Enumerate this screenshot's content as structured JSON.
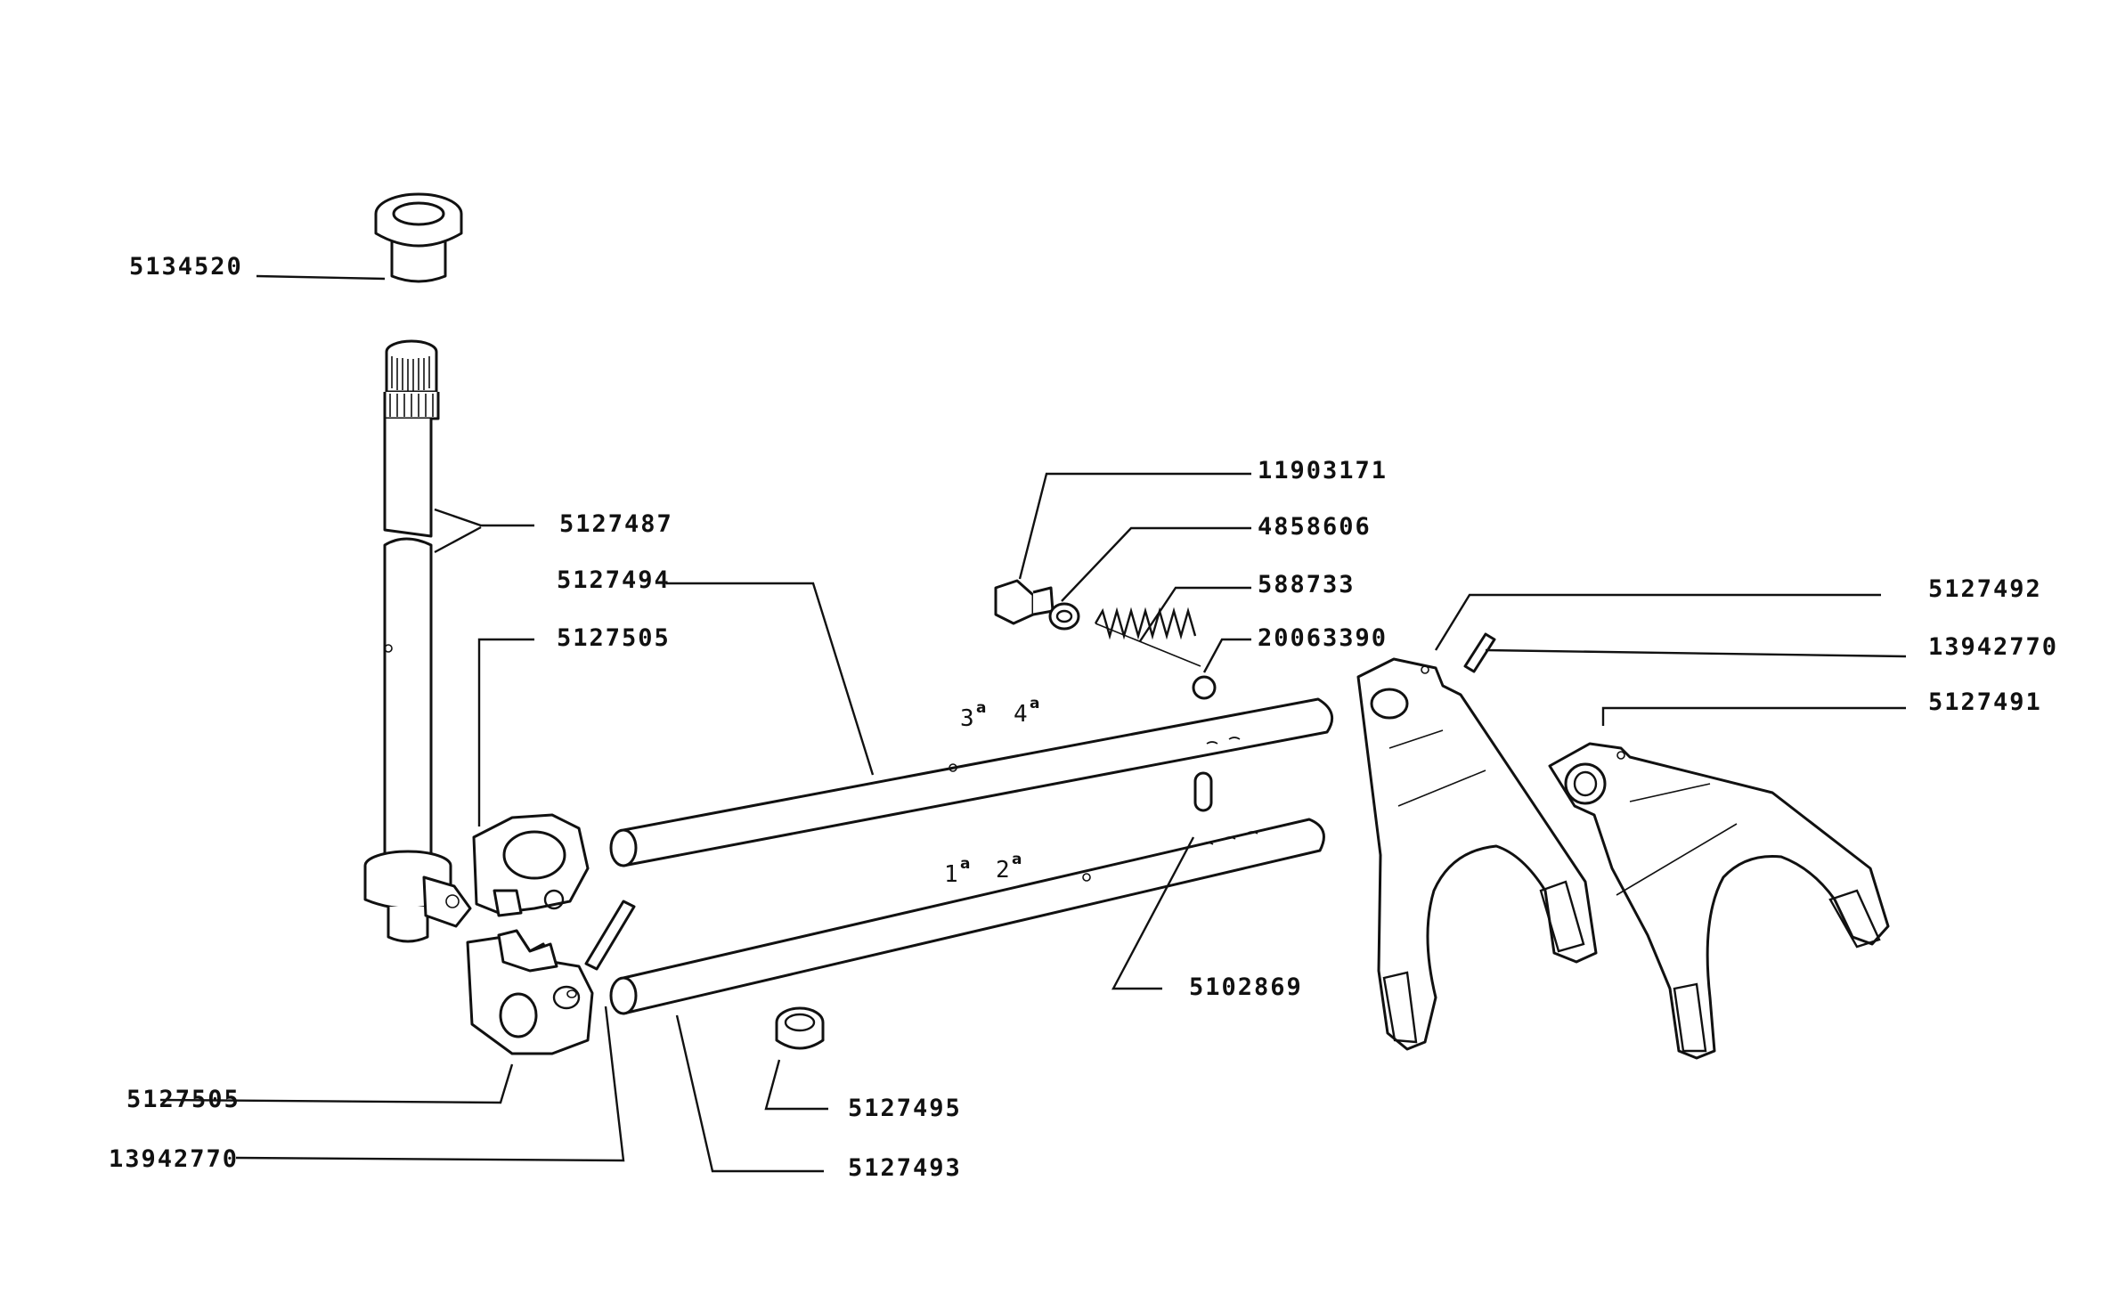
{
  "parts": {
    "bush_top": "5134520",
    "shaft_pair": "5127487",
    "rod_upper": "5127494",
    "lever_upper": "5127505",
    "lever_lower": "5127505",
    "pin_left": "13942770",
    "plug_screw": "11903171",
    "washer": "4858606",
    "spring": "588733",
    "ball": "20063390",
    "fork_left": "5127492",
    "pin_right": "13942770",
    "fork_right": "5127491",
    "interlock_pin": "5102869",
    "spacer": "5127495",
    "rod_lower": "5127493"
  },
  "gear_marks": {
    "rod_upper_a": "3",
    "rod_upper_b": "4",
    "rod_lower_a": "1",
    "rod_lower_b": "2",
    "ordinal": "a"
  }
}
